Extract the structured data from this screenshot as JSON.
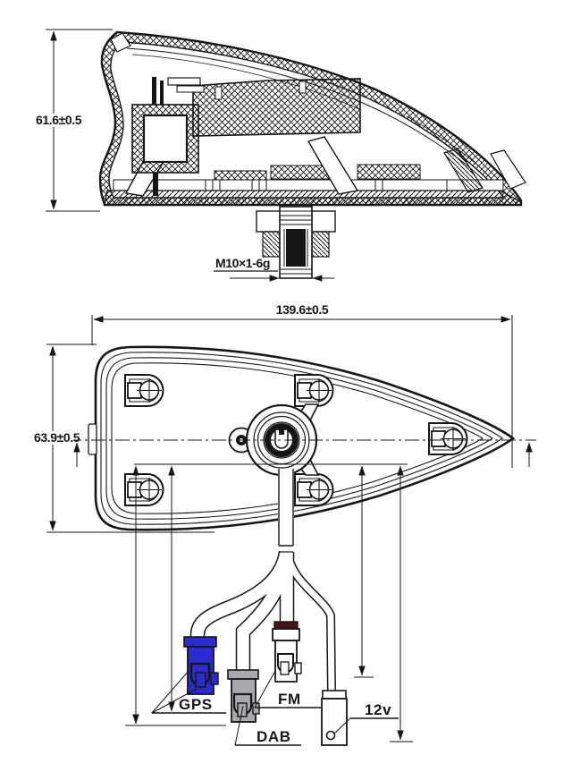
{
  "side_view": {
    "height_dim": "61.6±0.5",
    "thread_spec": "M10×1-6g"
  },
  "bottom_view": {
    "length_dim": "139.6±0.5",
    "width_dim": "63.9±0.5"
  },
  "connectors": {
    "gps": {
      "label": "GPS",
      "color": "#2b2bd0"
    },
    "dab": {
      "label": "DAB",
      "color": "#a9a9ad"
    },
    "fm": {
      "label": "FM",
      "body_color": "#ffffff",
      "cap_color": "#4a1414"
    },
    "power": {
      "label": "12v",
      "body_color": "#ffffff"
    }
  },
  "line_color": "#161616"
}
